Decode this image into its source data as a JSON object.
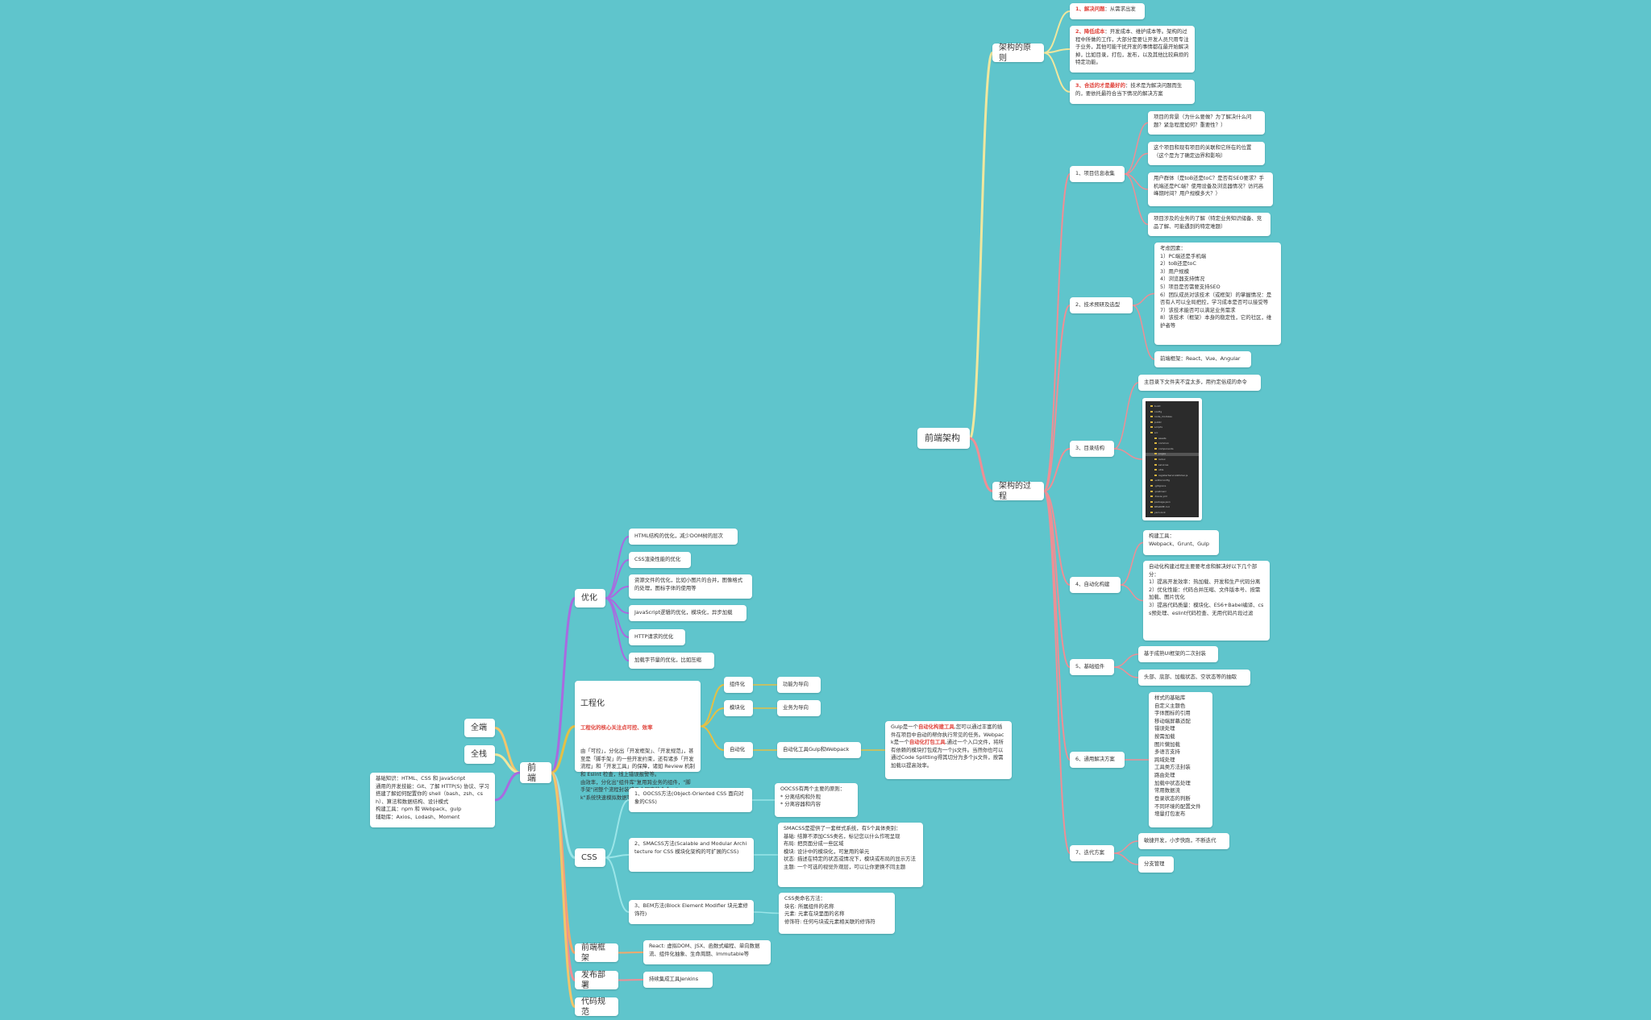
{
  "colors": {
    "background": "#5fc5cc",
    "arch_principle": "#f0e79e",
    "arch_process": "#ee8f95",
    "opt": "#a86be0",
    "eng": "#e3c046",
    "css": "#9ae5e8",
    "framework": "#f2a96b",
    "deploy": "#ee8f95",
    "code": "#f2c56b",
    "fullstack": "#f0e79e",
    "allend": "#f2c56b",
    "base": "#a86be0",
    "highlight": "#e0443c"
  },
  "nodes": {
    "n_arch": {
      "text": "前端架构"
    },
    "n_principle": {
      "text": "架构的原则"
    },
    "n_p1": {
      "hl": "1、解决问题",
      "text": "：从需求出发"
    },
    "n_p2": {
      "hl": "2、降低成本",
      "text": "：开发成本、维护成本等。架构的过程中所做的工作，大部分是要让开发人员只用专注于业务，其他可能干扰开发的事情都在最开始解决掉，比如目录，打包，发布，以及其他比较麻烦的特定功能。"
    },
    "n_p3": {
      "hl": "3、合适的才是最好的",
      "text": "：技术是为解决问题而生的，要依托最符合当下情况的解决方案"
    },
    "n_process": {
      "text": "架构的过程"
    },
    "n_s1": {
      "text": "1、项目信息收集"
    },
    "n_s1a": {
      "text": "项目的背景（为什么要做？为了解决什么问题？紧急程度如何？重要性？）"
    },
    "n_s1b": {
      "text": "这个项目和现有项目的关联和它所在的位置（这个是为了确定边界和影响）"
    },
    "n_s1c": {
      "text": "用户群体（是toB还是toC？是否有SEO要求？手机端还是PC端？使用设备及浏览器情况？访问高峰期时间？用户规模多大？）"
    },
    "n_s1d": {
      "text": "项目涉及的业务的了解（特定业务知识储备、竞品了解、可能遇到的特定难题）"
    },
    "n_s2": {
      "text": "2、技术预研及选型"
    },
    "n_s2a": {
      "text": "考虑因素：\n1）PC端还是手机端\n2）toB还是toC\n3）用户规模\n4）浏览器支持情况\n5）项目是否需要支持SEO\n6）团队成员对该技术（或框架）的掌握情况：是否有人可以全局把控，学习成本是否可以接受等\n7）该技术能否可以满足业务需求\n8）该技术（框架）本身的稳定性，它的社区，维护者等"
    },
    "n_s2b": {
      "text": "前端框架：React、Vue、Angular"
    },
    "n_s3": {
      "text": "3、目录结构"
    },
    "n_s3a": {
      "text": "主目录下文件夹不宜太多，用约定俗成的命令"
    },
    "n_s4": {
      "text": "4、自动化构建"
    },
    "n_s4a": {
      "text": "构建工具：\nWebpack、Grunt、Gulp"
    },
    "n_s4b": {
      "text": "自动化构建过程主要要考虑和解决好以下几个部分：\n1）提高开发效率：热加载、开发和生产代码分离\n2）优化性能：代码合并压缩、文件版本号、按需加载、图片优化\n3）提高代码质量：模块化、ES6+Babel编译、css预处理、eslint代码检查、无用代码片段过滤"
    },
    "n_s5": {
      "text": "5、基础组件"
    },
    "n_s5a": {
      "text": "基于成熟UI框架的二次封装"
    },
    "n_s5b": {
      "text": "头部、底部、加载状态、空状态等的抽取"
    },
    "n_s6": {
      "text": "6、通用解决方案"
    },
    "n_s6a": {
      "text": "样式的基础库\n自定义主题色\n字体图标的引用\n移动端屏幕适配\n错误处理\n按需加载\n图片懒加载\n多语言支持\n跨域处理\n工具类方法封装\n路由处理\n加载中状态处理\n常用数据流\n登录状态的判断\n不同环境的配置文件\n增量打包发布"
    },
    "n_s7": {
      "text": "7、迭代方案"
    },
    "n_s7a": {
      "text": "敏捷开发，小步快跑，不断迭代"
    },
    "n_s7b": {
      "text": "分支管理"
    },
    "n_fe": {
      "text": "前端"
    },
    "n_all": {
      "text": "全端"
    },
    "n_full": {
      "text": "全栈"
    },
    "n_base": {
      "text": "基础知识：HTML、CSS 和 JavaScript\n通用的开发技能：Git、了解 HTTP(S) 协议、学习搭建了解如何配置你的 shell（bash、zsh、csh）、算法和数据结构、设计模式\n构建工具：npm 和 Webpack、gulp\n辅助库：Axios、Lodash、Moment"
    },
    "n_opt": {
      "text": "优化"
    },
    "n_o1": {
      "text": "HTML结构的优化，减少DOM树的层次"
    },
    "n_o2": {
      "text": "CSS渲染性能的优化"
    },
    "n_o3": {
      "text": "资源文件的优化，比如小图片的合并，图像格式的处理，图标字体的使用等"
    },
    "n_o4": {
      "text": "JavaScript逻辑的优化，模块化，异步加载"
    },
    "n_o5": {
      "text": "HTTP请求的优化"
    },
    "n_o6": {
      "text": "加载字节量的优化，比如压缩"
    },
    "n_eng": {
      "title": "工程化",
      "hl": "工程化的核心关注点可控、效率",
      "text": "由「可控」，分化出「开发框架」、「开发规范」，甚至是「脚手架」的一些开发约束，还有诸多「开发流程」和「开发工具」的保障，诸如 Review 机制和 Eslint 检查，线上错误报警等。\n由效率，分化出\"组件库\"复用跨业务的组件，\"脚手架\"闭整个流程封装成几个固定的命令，\"mock\"系统快速模拟数据等。"
    },
    "n_e1": {
      "text": "组件化"
    },
    "n_e1a": {
      "text": "功能为导向"
    },
    "n_e2": {
      "text": "模块化"
    },
    "n_e2a": {
      "text": "业务为导向"
    },
    "n_e3": {
      "text": "自动化"
    },
    "n_e3a": {
      "text": "自动化工具Gulp和Webpack"
    },
    "n_e3b": {
      "t1": "Gulp是一个",
      "h1": "自动化构建工具",
      "t2": ",您可以通过丰富的插件在项目中自动的帮你执行常见的任务。Webpack是一个",
      "h2": "自动化打包工具",
      "t3": ",通过一个入口文件，将所有依赖的模块打包成为一个js文件。当然你也可以通过Code Splitting得其切分为多个js文件，按需加载以提高效率。"
    },
    "n_css": {
      "text": "CSS"
    },
    "n_c1": {
      "text": "1、OOCSS方法(Object-Oriented CSS 面向对象的CSS)"
    },
    "n_c1a": {
      "text": "OOCSS有两个主要的原则：\n* 分离结构和外观\n* 分离容器和内容"
    },
    "n_c2": {
      "text": "2、SMACSS方法(Scalable and Modular Architecture for CSS 模块化架构的可扩展的CSS)"
    },
    "n_c2a": {
      "text": "SMACSS是提供了一套样式系统，有5个具体类别：\n基础: 结算不添加CSS类名，标记您以什么作呢呈现\n布局: 把页面分成一些区域\n模块: 设计中的模块化，可复用的单元\n状态: 描述在特定的状态或情况下，模块或布局的显示方法\n主题: 一个可选的视觉外观层，可以让你更换不同主题"
    },
    "n_c3": {
      "text": "3、BEM方法(Block Element Modifier 块元素修饰符)"
    },
    "n_c3a": {
      "text": "CSS类命名方法：\n块名: 所属组件的名称\n元素: 元素在块里面的名称\n修饰符: 任何与块或元素相关联的修饰符"
    },
    "n_fw": {
      "text": "前端框架"
    },
    "n_fwa": {
      "text": "React: 虚拟DOM、JSX、函数式编程、单向数据流、组件化抽象、生命周期、Immutable等"
    },
    "n_dep": {
      "text": "发布部署"
    },
    "n_depa": {
      "text": "持续集成工具Jenkins"
    },
    "n_code": {
      "text": "代码规范"
    }
  },
  "tree": {
    "items": [
      "build",
      "config",
      "node_modules",
      "public",
      "scripts",
      "src",
      "assets",
      "common",
      "components",
      "pages",
      "redux",
      "services",
      "utils",
      "registerServiceWorker.js",
      ".editorconfig",
      ".gitignore",
      ".postcssrc",
      ".travis.yml",
      "package.json",
      "README.md",
      "yarn.lock"
    ]
  }
}
